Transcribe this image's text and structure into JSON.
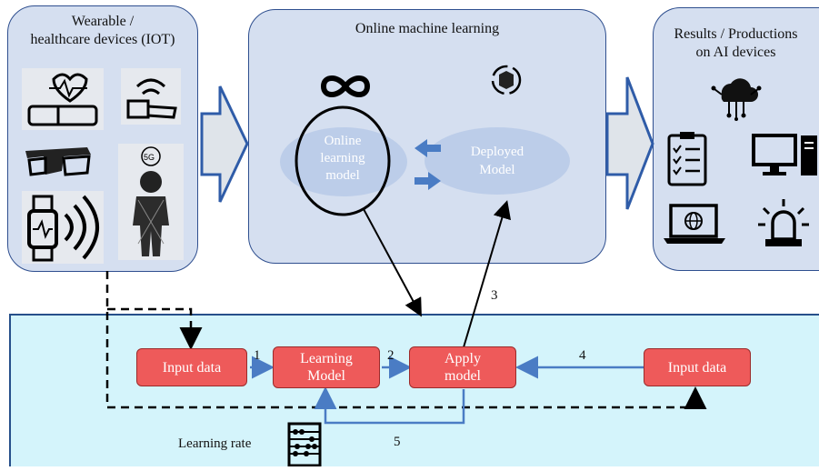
{
  "panels": {
    "devices": {
      "title_line1": "Wearable /",
      "title_line2": "healthcare devices (IOT)"
    },
    "online": {
      "title": "Online machine learning",
      "online_model_line1": "Online",
      "online_model_line2": "learning",
      "online_model_line3": "model",
      "deployed_line1": "Deployed",
      "deployed_line2": "Model"
    },
    "results": {
      "title_line1": "Results / Productions",
      "title_line2": "on AI devices"
    }
  },
  "flow": {
    "input_data_left": "Input data",
    "learning_model_line1": "Learning",
    "learning_model_line2": "Model",
    "apply_model_line1": "Apply",
    "apply_model_line2": "model",
    "input_data_right": "Input data",
    "learning_rate": "Learning rate",
    "step1": "1",
    "step2": "2",
    "step3": "3",
    "step4": "4",
    "step5": "5"
  },
  "icons": [
    "heart-rate-wristband-icon",
    "smart-band-wireless-icon",
    "3d-glasses-icon",
    "smartwatch-signal-icon",
    "5g-person-icon",
    "infinity-icon",
    "deploy-cycle-box-icon",
    "cloud-network-icon",
    "clipboard-checklist-icon",
    "desktop-computer-icon",
    "laptop-globe-icon",
    "alarm-siren-icon",
    "abacus-icon"
  ],
  "colors": {
    "panel_fill": "#d5dff0",
    "panel_border": "#2f4f8f",
    "band_fill": "#d4f4fb",
    "box_fill": "#ee5a5a",
    "arrow_blue": "#4a7cc4"
  }
}
